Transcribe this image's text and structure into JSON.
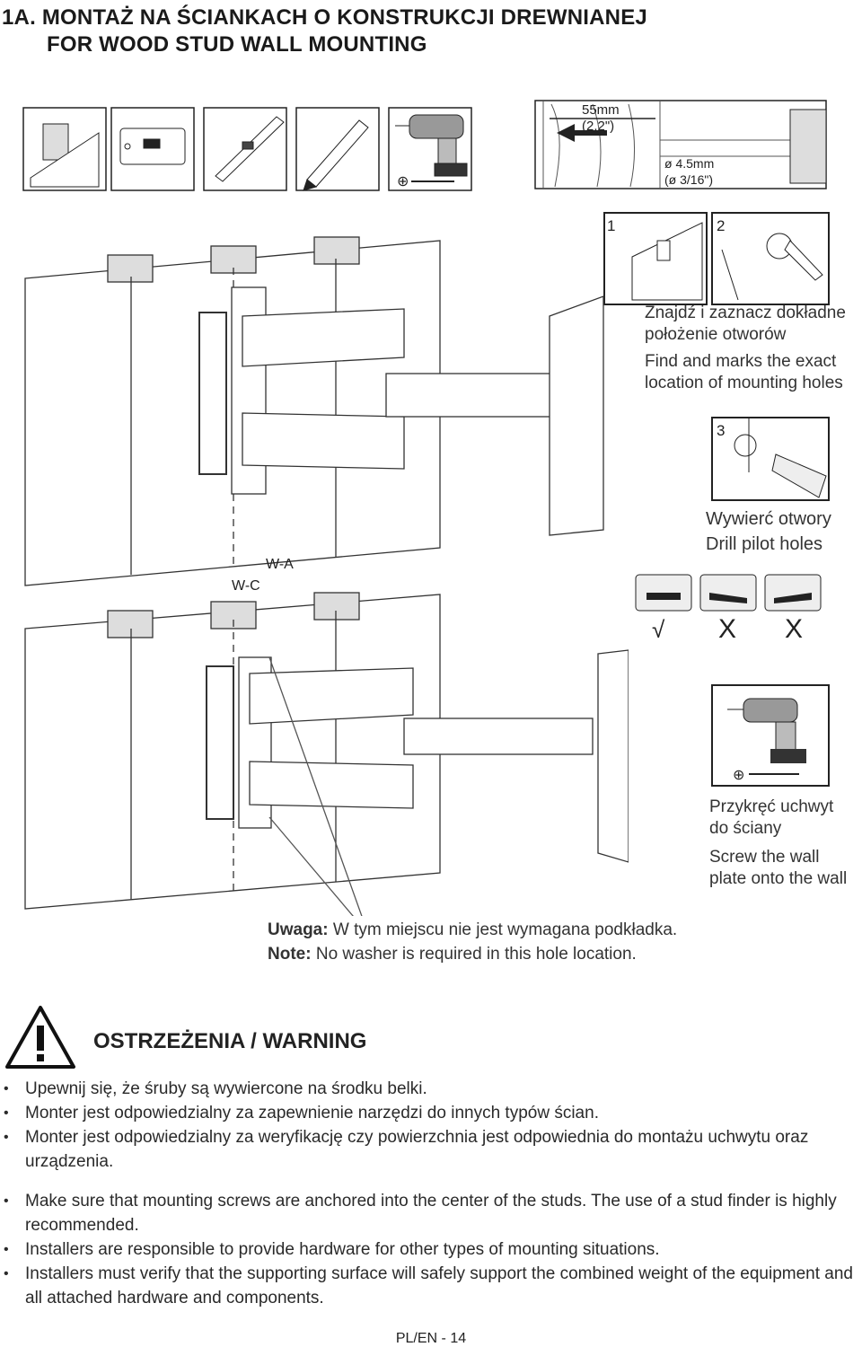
{
  "header": {
    "title_pl": "1A. MONTAŻ NA ŚCIANKACH O KONSTRUKCJI DREWNIANEJ",
    "title_en": "FOR WOOD STUD WALL MOUNTING"
  },
  "drill_detail": {
    "depth": "55mm",
    "depth_in": "(2.2\")",
    "diameter": "ø 4.5mm",
    "diameter_in": "(ø 3/16\")"
  },
  "steps": {
    "step1_num": "1",
    "step2_num": "2",
    "step3_num": "3",
    "mark_pl_1": "Znajdź i zaznacz dokładne",
    "mark_pl_2": "położenie otworów",
    "mark_en_1": "Find and marks the exact",
    "mark_en_2": "location of mounting holes",
    "drill_pl": "Wywierć otwory",
    "drill_en": "Drill pilot holes",
    "screw_pl_1": "Przykręć uchwyt",
    "screw_pl_2": "do ściany",
    "screw_en_1": "Screw the wall",
    "screw_en_2": "plate onto the wall"
  },
  "level_check": {
    "ok": "√",
    "bad1": "X",
    "bad2": "X"
  },
  "labels": {
    "wa": "W-A",
    "wc": "W-C"
  },
  "note": {
    "pl_label": "Uwaga:",
    "pl_text": " W tym miejscu nie jest wymagana podkładka.",
    "en_label": "Note:",
    "en_text": " No washer is required in this hole location."
  },
  "warning": {
    "title": "OSTRZEŻENIA / WARNING",
    "pl_items": [
      "Upewnij się, że śruby są wywiercone na środku belki.",
      "Monter jest odpowiedzialny za zapewnienie narzędzi do innych typów ścian.",
      "Monter jest odpowiedzialny za weryfikację czy powierzchnia jest odpowiednia do montażu uchwytu oraz urządzenia."
    ],
    "en_items": [
      "Make sure that mounting screws are anchored into the center of the studs. The use of a stud finder is highly recommended.",
      "Installers are responsible to provide hardware for other types of mounting situations.",
      "Installers must verify that the supporting surface will safely support the combined weight of the equipment and all attached hardware and components."
    ]
  },
  "footer": {
    "page": "PL/EN - 14"
  }
}
